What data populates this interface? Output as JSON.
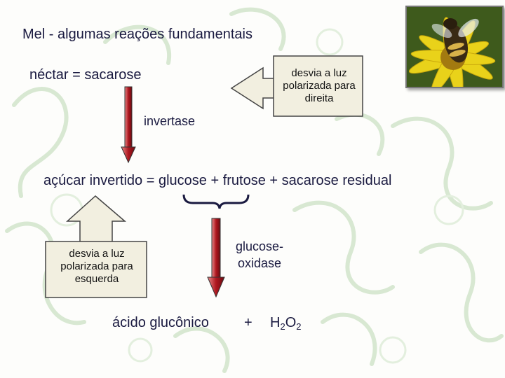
{
  "title": "Mel - algumas reações fundamentais",
  "nectar": "néctar = sacarose",
  "box_right": "desvia a luz polarizada para direita",
  "enzyme1": "invertase",
  "invert_sugar": "açúcar invertido = glucose + frutose + sacarose residual",
  "box_left": "desvia a luz polarizada para esquerda",
  "enzyme2": "glucose-oxidase",
  "product": "ácido glucônico",
  "plus": "+",
  "h2o2": {
    "h": "H",
    "sub1": "2",
    "o": "O",
    "sub2": "2"
  },
  "colors": {
    "arrow_fill": "#a0101a",
    "box_fill": "#f2efe0",
    "text": "#1a1a40",
    "bg_pattern": "#cfe3c8"
  },
  "icons": [
    "bee-on-flower-photo"
  ]
}
